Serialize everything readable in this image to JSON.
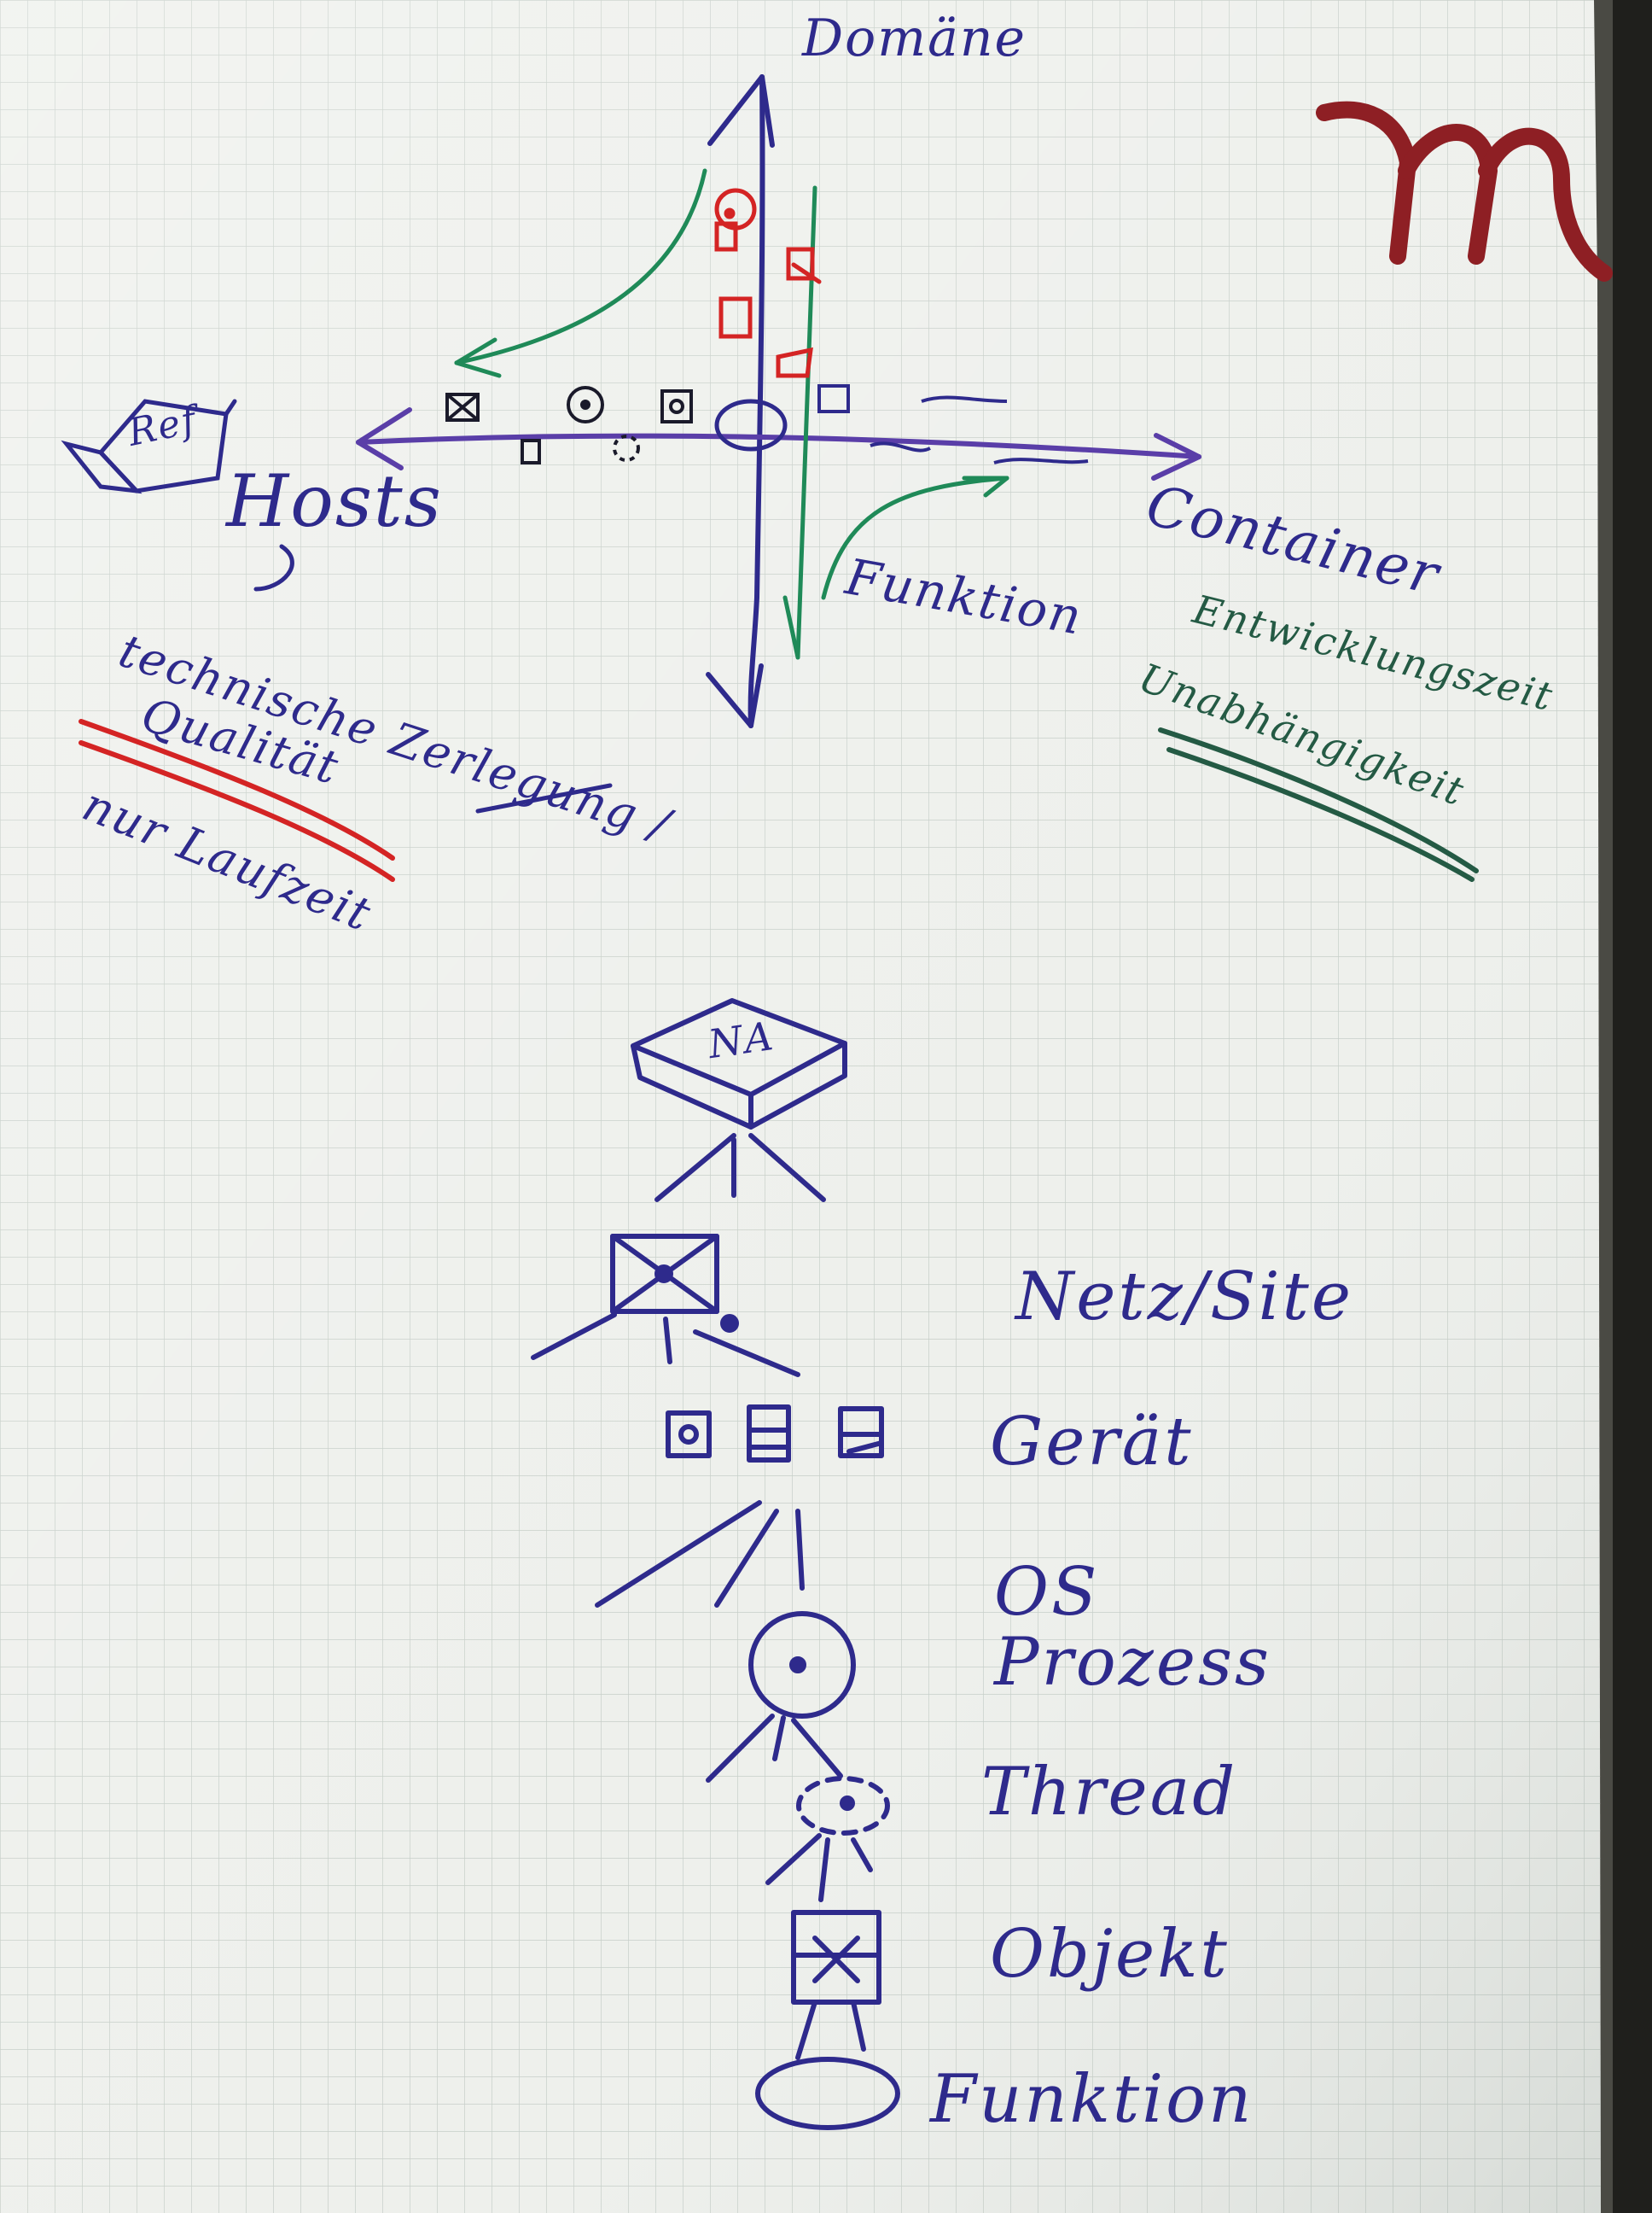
{
  "top_diagram": {
    "axis_top": "Domäne",
    "axis_left": "Hosts",
    "axis_right": "Container",
    "axis_center": "Funktion",
    "left_notes": [
      "technische Zerlegung /",
      "Qualität",
      "nur Laufzeit"
    ],
    "right_notes": [
      "Entwicklungszeit",
      "Unabhängigkeit"
    ],
    "box_text": "Ref"
  },
  "hierarchy": {
    "top_box_text": "NA",
    "levels": [
      "Netz/Site",
      "Gerät",
      "OS Prozess",
      "Thread",
      "Objekt",
      "Funktion"
    ]
  },
  "logo": "m",
  "colors": {
    "paper": "#eef0ec",
    "grid": "#c6cec8",
    "blue_marker": "#2e2a8c",
    "purple_marker": "#5a3ea8",
    "green_marker": "#1f8a58",
    "dark_green_marker": "#245a44",
    "red_marker": "#d42424",
    "logo_red": "#8e1f24"
  }
}
